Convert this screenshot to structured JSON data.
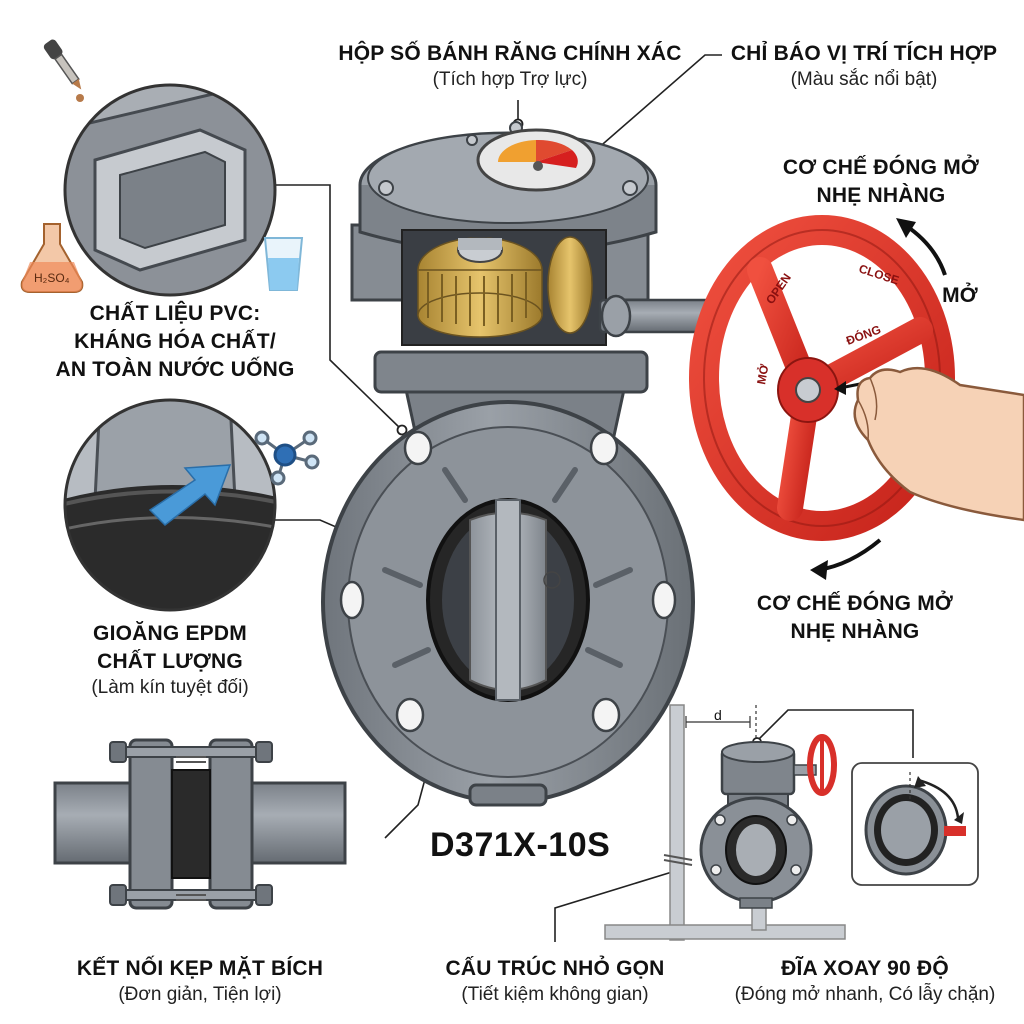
{
  "labels": {
    "gearbox": {
      "title": "HỘP SỐ BÁNH RĂNG CHÍNH XÁC",
      "sub": "(Tích hợp Trợ lực)"
    },
    "indicator": {
      "title": "CHỈ BÁO VỊ TRÍ TÍCH HỢP",
      "sub": "(Màu sắc nổi bật)"
    },
    "handwheel_top": {
      "line1": "CƠ CHẾ ĐÓNG MỞ",
      "line2": "NHẸ NHÀNG"
    },
    "handwheel_bottom": {
      "line1": "CƠ CHẾ ĐÓNG MỞ",
      "line2": "NHẸ NHÀNG"
    },
    "open_arrow": "MỞ",
    "pvc": {
      "line1": "CHẤT LIỆU PVC:",
      "line2": "KHÁNG HÓA CHẤT/",
      "line3": "AN TOÀN NƯỚC UỐNG"
    },
    "epdm": {
      "line1": "GIOĂNG EPDM",
      "line2": "CHẤT LƯỢNG",
      "sub": "(Làm kín tuyệt đối)"
    },
    "flange": {
      "title": "KẾT NỐI KẸP MẶT BÍCH",
      "sub": "(Đơn giản, Tiện lợi)"
    },
    "compact": {
      "title": "CẤU TRÚC NHỎ GỌN",
      "sub": "(Tiết kiệm không gian)"
    },
    "disc": {
      "title": "ĐĨA XOAY 90 ĐỘ",
      "sub": "(Đóng mở nhanh, Có lẫy chặn)"
    }
  },
  "model": "D371X-10S",
  "wheel_text": {
    "open": "OPEN",
    "close": "CLOSE",
    "mo": "MỞ",
    "dong": "ĐÓNG"
  },
  "flask_text": "H₂SO₄",
  "dimension_label": "d",
  "colors": {
    "pvc_gray": "#8a9097",
    "handwheel_red": "#e0352b",
    "brass": "#c9a24a",
    "seal_black": "#2a2a2a",
    "accent_blue": "#5fa8e0"
  },
  "icons": [
    "dropper-icon",
    "flask-icon",
    "water-glass-icon",
    "molecule-icon",
    "rotation-arrow-icon"
  ]
}
